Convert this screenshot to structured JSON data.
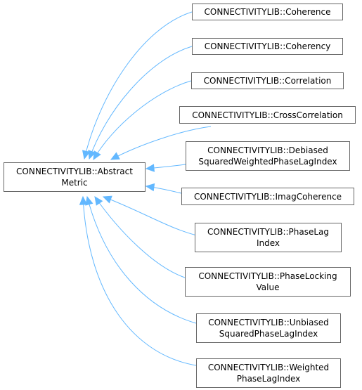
{
  "diagram": {
    "base": {
      "id": "abstract",
      "lines": [
        "CONNECTIVITYLIB::Abstract",
        "Metric"
      ]
    },
    "derived": [
      {
        "id": "coherence",
        "lines": [
          "CONNECTIVITYLIB::Coherence"
        ]
      },
      {
        "id": "coherency",
        "lines": [
          "CONNECTIVITYLIB::Coherency"
        ]
      },
      {
        "id": "correlation",
        "lines": [
          "CONNECTIVITYLIB::Correlation"
        ]
      },
      {
        "id": "crosscorrelation",
        "lines": [
          "CONNECTIVITYLIB::CrossCorrelation"
        ]
      },
      {
        "id": "debiased",
        "lines": [
          "CONNECTIVITYLIB::Debiased",
          "SquaredWeightedPhaseLagIndex"
        ]
      },
      {
        "id": "imagcoherence",
        "lines": [
          "CONNECTIVITYLIB::ImagCoherence"
        ]
      },
      {
        "id": "phaselagindex",
        "lines": [
          "CONNECTIVITYLIB::PhaseLag",
          "Index"
        ]
      },
      {
        "id": "phaselockingvalue",
        "lines": [
          "CONNECTIVITYLIB::PhaseLocking",
          "Value"
        ]
      },
      {
        "id": "unbiased",
        "lines": [
          "CONNECTIVITYLIB::Unbiased",
          "SquaredPhaseLagIndex"
        ]
      },
      {
        "id": "weighted",
        "lines": [
          "CONNECTIVITYLIB::Weighted",
          "PhaseLagIndex"
        ]
      }
    ],
    "edge_color": "#63b8ff",
    "border_color": "#666666"
  }
}
